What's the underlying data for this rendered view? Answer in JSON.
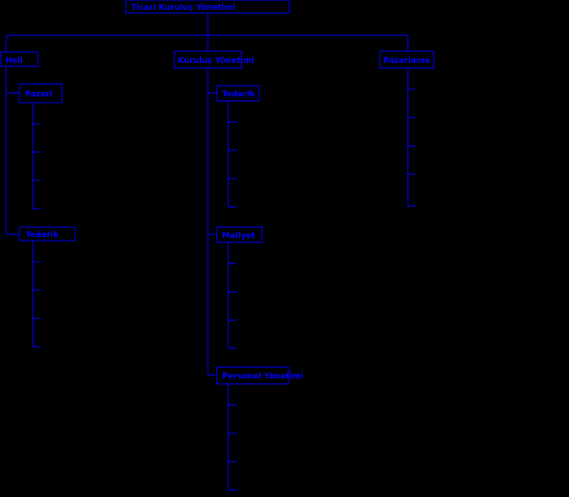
{
  "colors": {
    "background": "#000000",
    "line": "#0000ff",
    "text": "#0000ff"
  },
  "tree": {
    "root": {
      "label": "Ticari Kuruluş Yönetimi"
    },
    "branches": [
      {
        "label": "Hali",
        "groups": [
          {
            "label": "Pazarl",
            "leaf_count": 4
          },
          {
            "label": "Tedarik",
            "leaf_count": 4
          }
        ]
      },
      {
        "label": "Kuruluş Yönetimi",
        "groups": [
          {
            "label": "Tedarik",
            "leaf_count": 4
          },
          {
            "label": "Maliyet",
            "leaf_count": 4
          },
          {
            "label": "Personel Yönetimi",
            "leaf_count": 4
          }
        ]
      },
      {
        "label": "Pazarlama",
        "leaf_count": 5
      }
    ]
  }
}
